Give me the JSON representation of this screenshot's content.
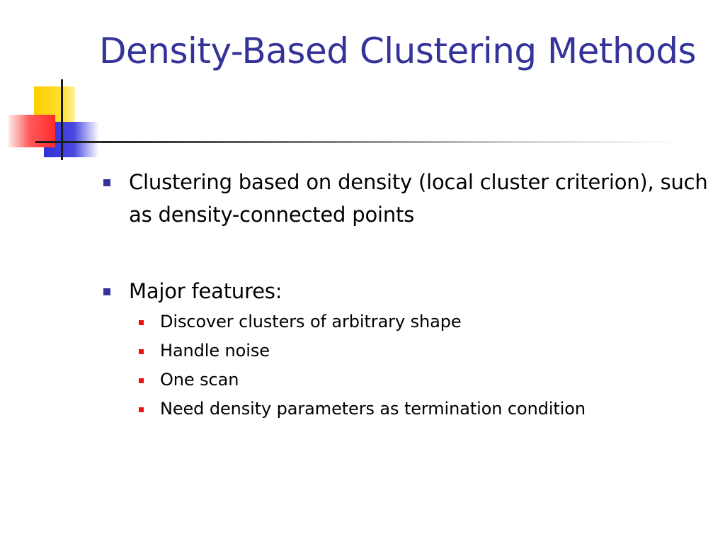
{
  "slide": {
    "title": "Density-Based Clustering Methods",
    "bullets": [
      {
        "text": "Clustering based on density (local cluster criterion), such as density-connected points",
        "sub": []
      },
      {
        "text": "Major features:",
        "sub": [
          "Discover clusters of arbitrary shape",
          "Handle noise",
          "One scan",
          "Need density parameters as termination condition"
        ]
      }
    ]
  },
  "colors": {
    "title": "#333399",
    "bullet_level1": "#333399",
    "bullet_level2": "#ee1111",
    "text": "#000000",
    "ornament_yellow": "#ffcc00",
    "ornament_blue": "#2f2fd6",
    "ornament_red": "#ff2b2b"
  }
}
